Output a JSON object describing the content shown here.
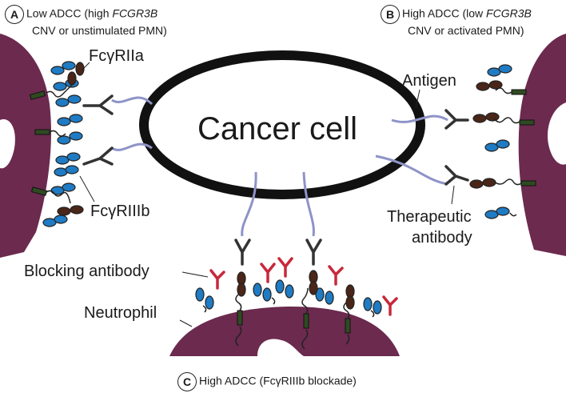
{
  "panels": {
    "a": {
      "letter": "A",
      "line1_pre": "Low ADCC (high ",
      "line1_gene": "FCGR3B",
      "line2": "CNV or unstimulated PMN)"
    },
    "b": {
      "letter": "B",
      "line1_pre": "High ADCC (low ",
      "line1_gene": "FCGR3B",
      "line2": "CNV or activated PMN)"
    },
    "c": {
      "letter": "C",
      "text": "High ADCC (FcγRIIIb blockade)"
    }
  },
  "labels": {
    "cancer_cell": "Cancer cell",
    "fcgr2a": "FcγRIIa",
    "fcgr3b": "FcγRIIIb",
    "antigen": "Antigen",
    "therapeutic_line1": "Therapeutic",
    "therapeutic_line2": "antibody",
    "blocking": "Blocking antibody",
    "neutrophil": "Neutrophil"
  },
  "colors": {
    "neutrophil": "#6b2a4e",
    "fcgr3b_receptor": "#1f7bc4",
    "fcgr2a_receptor": "#4a2618",
    "transmembrane": "#2f4a22",
    "therapeutic_antibody": "#333333",
    "blocking_antibody": "#c8283a",
    "antigen": "#8e93c8",
    "cancer_outline": "#111111"
  }
}
